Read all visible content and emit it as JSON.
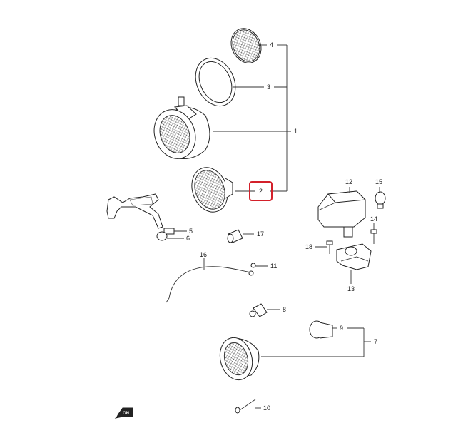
{
  "callouts": [
    {
      "id": "c1",
      "text": "1"
    },
    {
      "id": "c2",
      "text": "2"
    },
    {
      "id": "c3",
      "text": "3"
    },
    {
      "id": "c4",
      "text": "4"
    },
    {
      "id": "c5",
      "text": "5"
    },
    {
      "id": "c6",
      "text": "6"
    },
    {
      "id": "c7",
      "text": "7"
    },
    {
      "id": "c8",
      "text": "8"
    },
    {
      "id": "c9",
      "text": "9"
    },
    {
      "id": "c10",
      "text": "10"
    },
    {
      "id": "c11",
      "text": "11"
    },
    {
      "id": "c12",
      "text": "12"
    },
    {
      "id": "c13",
      "text": "13"
    },
    {
      "id": "c14",
      "text": "14"
    },
    {
      "id": "c15",
      "text": "15"
    },
    {
      "id": "c16",
      "text": "16"
    },
    {
      "id": "c17",
      "text": "17"
    },
    {
      "id": "c18",
      "text": "18"
    }
  ],
  "highlighted_callout": "2",
  "highlight_color": "#d3202a",
  "direction_marker": {
    "text": "ON",
    "icon": "front-arrow-icon"
  }
}
